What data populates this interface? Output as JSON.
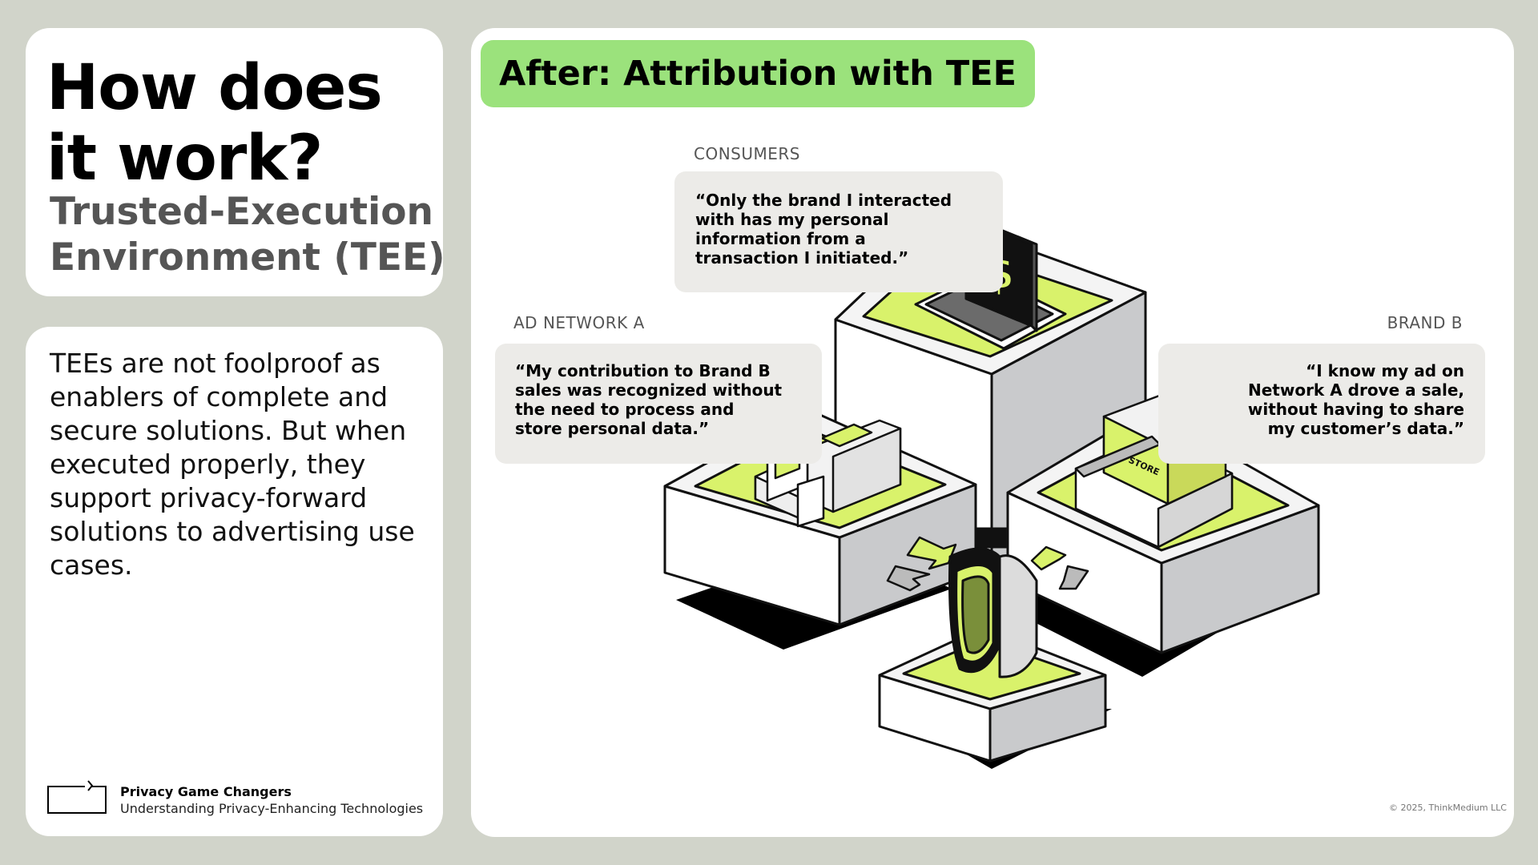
{
  "title": {
    "heading_line1": "How does",
    "heading_line2": "it work?",
    "subtitle_line1": "Trusted-Execution",
    "subtitle_line2": "Environment (TEE)"
  },
  "body_text": "TEEs are not foolproof as enablers of complete and secure solutions. But when executed properly, they support privacy-forward solutions to advertising use cases.",
  "footer": {
    "brand": "Privacy Game Changers",
    "tagline": "Understanding Privacy-Enhancing Technologies"
  },
  "diagram": {
    "header": "After: Attribution with TEE",
    "consumers": {
      "label": "CONSUMERS",
      "quote": "“Only the brand I interacted\nwith has my personal\ninformation from a\ntransaction I initiated.”"
    },
    "ad_network": {
      "label": "AD NETWORK A",
      "quote": "“My contribution to Brand B\nsales was recognized without\nthe need to process and\nstore personal data.”"
    },
    "brand": {
      "label": "BRAND B",
      "quote": "“I know my ad on\nNetwork A drove a sale,\nwithout having to share\nmy customer’s data.”"
    },
    "store_sign": "STORE",
    "copyright": "© 2025, ThinkMedium LLC"
  },
  "colors": {
    "background": "#d1d4ca",
    "header_green": "#9be27c",
    "lime": "#d9f26b",
    "bubble": "#ecebe8",
    "shield_green": "#7a8f3a"
  },
  "icons": [
    "frame-logo-icon",
    "laptop-icon",
    "dollar-icon",
    "store-icon",
    "kiosk-icon",
    "shield-icon",
    "arrow-icon"
  ]
}
